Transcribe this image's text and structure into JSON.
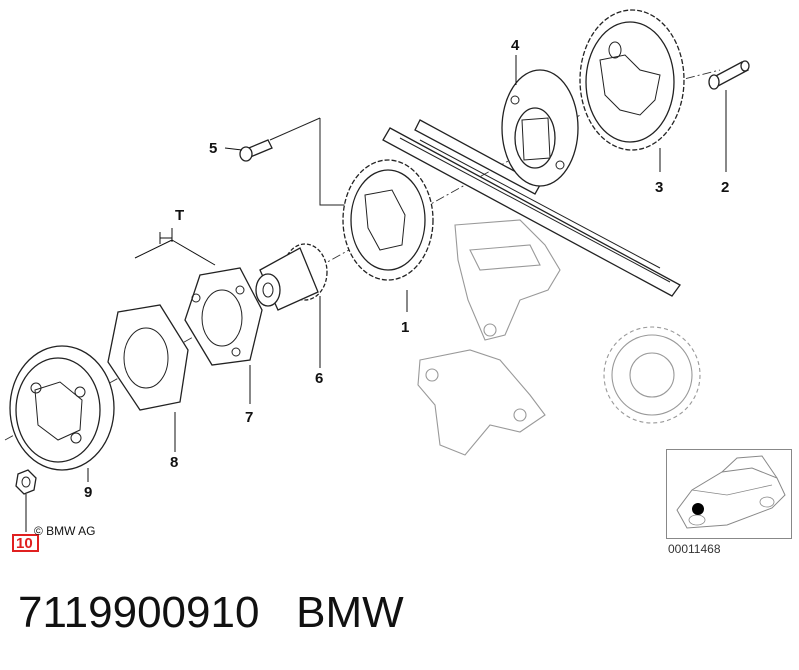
{
  "callouts": {
    "c1": "1",
    "c2": "2",
    "c3": "3",
    "c4": "4",
    "c5": "5",
    "c6": "6",
    "c7": "7",
    "c8": "8",
    "c9": "9",
    "c10": "10",
    "dimension": "T"
  },
  "copyright": "© BMW AG",
  "inset_code": "00011468",
  "footer": {
    "part_number": "7119900910",
    "brand": "BMW"
  },
  "colors": {
    "highlight": "#e02020",
    "line": "#222222",
    "ghost": "#999999"
  }
}
